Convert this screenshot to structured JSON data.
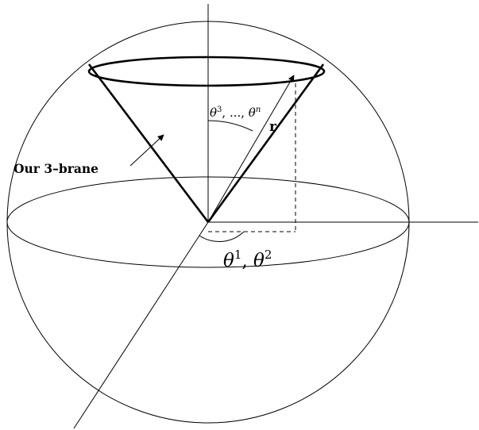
{
  "labels": {
    "brane_label": "Our 3–brane",
    "vector_label": "r",
    "polar_angles": {
      "theta": "θ",
      "sup_3": "3",
      "ellipsis": ", ..., ",
      "sup_n": "n"
    },
    "azimuthal_angles": {
      "theta": "θ",
      "sup_1": "1",
      "comma": ", ",
      "sup_2": "2"
    }
  },
  "colors": {
    "ink": "#000000",
    "background": "#ffffff"
  }
}
